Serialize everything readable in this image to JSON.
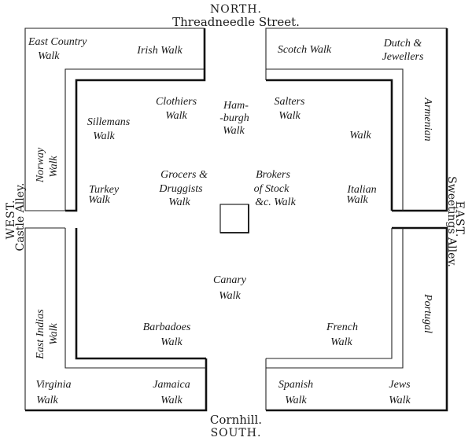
{
  "title": "Plan of the Royal Exchange walks",
  "compass": {
    "north": {
      "direction": "NORTH.",
      "street": "Threadneedle Street."
    },
    "south": {
      "street": "Cornhill.",
      "direction": "SOUTH."
    },
    "west": {
      "direction": "WEST.",
      "street": "Castle Alley."
    },
    "east": {
      "direction": "EAST.",
      "street": "Sweetings Alley."
    }
  },
  "walks": {
    "east_country": [
      "East Country",
      "Walk"
    ],
    "irish": [
      "Irish Walk"
    ],
    "scotch": [
      "Scotch Walk"
    ],
    "dutch": [
      "Dutch &",
      "Jewellers"
    ],
    "norway": [
      "Norway",
      "Walk"
    ],
    "armenian": [
      "Armenian"
    ],
    "east_indias": [
      "East Indias",
      "Walk"
    ],
    "portugal": [
      "Portugal"
    ],
    "virginia": [
      "Virginia",
      "Walk"
    ],
    "jamaica": [
      "Jamaica",
      "Walk"
    ],
    "spanish": [
      "Spanish",
      "Walk"
    ],
    "jews": [
      "Jews",
      "Walk"
    ],
    "clothiers": [
      "Clothiers",
      "Walk"
    ],
    "hamburgh": [
      "Ham-",
      "-burgh",
      "Walk"
    ],
    "salters": [
      "Salters",
      "Walk"
    ],
    "sillemans": [
      "Sillemans",
      "Walk"
    ],
    "unnamed_ne": [
      "Walk"
    ],
    "turkey": [
      "Turkey",
      "Walk"
    ],
    "grocers": [
      "Grocers &",
      "Druggists",
      "Walk"
    ],
    "brokers": [
      "Brokers",
      "of Stock",
      "&c. Walk"
    ],
    "italian": [
      "Italian",
      "Walk"
    ],
    "canary": [
      "Canary",
      "Walk"
    ],
    "barbadoes": [
      "Barbadoes",
      "Walk"
    ],
    "french": [
      "French",
      "Walk"
    ]
  }
}
